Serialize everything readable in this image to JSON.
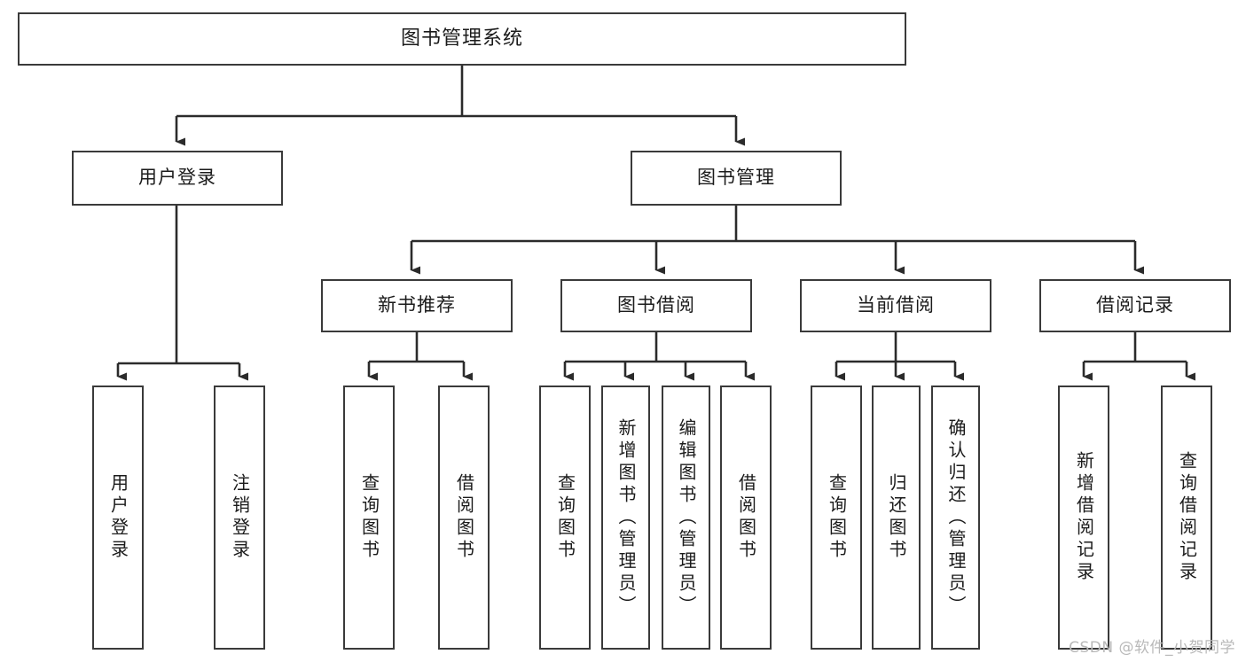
{
  "diagram": {
    "title": "图书管理系统",
    "type": "tree",
    "colors": {
      "box_border": "#3a3a3a",
      "box_fill": "#ffffff",
      "line": "#2b2b2b",
      "text": "#1b1b1b",
      "watermark": "#b9b9b9",
      "background": "#ffffff"
    },
    "root": {
      "label": "图书管理系统"
    },
    "level2": [
      {
        "label": "用户登录"
      },
      {
        "label": "图书管理"
      }
    ],
    "level3": [
      {
        "label": "新书推荐"
      },
      {
        "label": "图书借阅"
      },
      {
        "label": "当前借阅"
      },
      {
        "label": "借阅记录"
      }
    ],
    "leaves": {
      "user_login": [
        {
          "label": "用户登录"
        },
        {
          "label": "注销登录"
        }
      ],
      "new_book": [
        {
          "label": "查询图书"
        },
        {
          "label": "借阅图书"
        }
      ],
      "book_borrow": [
        {
          "label": "查询图书"
        },
        {
          "label": "新增图书（管理员）"
        },
        {
          "label": "编辑图书（管理员）"
        },
        {
          "label": "借阅图书"
        }
      ],
      "current_borrow": [
        {
          "label": "查询图书"
        },
        {
          "label": "归还图书"
        },
        {
          "label": "确认归还（管理员）"
        }
      ],
      "borrow_record": [
        {
          "label": "新增借阅记录"
        },
        {
          "label": "查询借阅记录"
        }
      ]
    }
  },
  "watermark": {
    "text": "CSDN @软件_小贺同学"
  }
}
